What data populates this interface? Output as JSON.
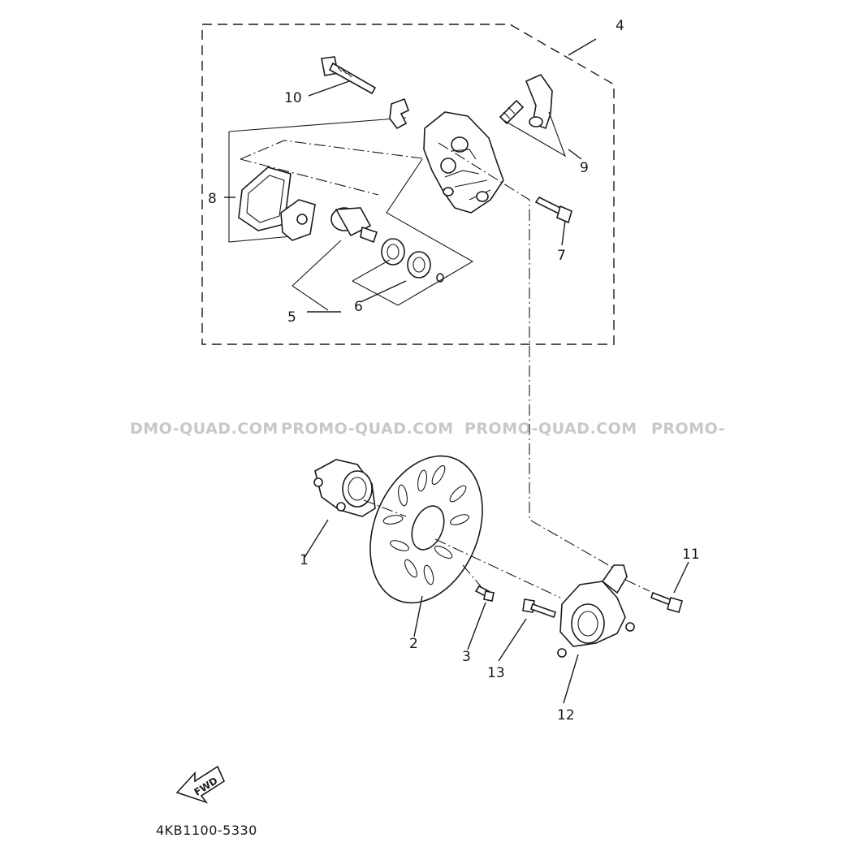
{
  "diagram": {
    "part_labels": [
      "1",
      "2",
      "3",
      "4",
      "5",
      "6",
      "7",
      "8",
      "9",
      "10",
      "11",
      "12",
      "13"
    ],
    "watermark": [
      "DMO-QUAD.COM",
      "PROMO-QUAD.COM",
      "PROMO-QUAD.COM",
      "PROMO-"
    ],
    "fwd_label": "FWD",
    "drawing_code": "4KB1100-5330"
  }
}
